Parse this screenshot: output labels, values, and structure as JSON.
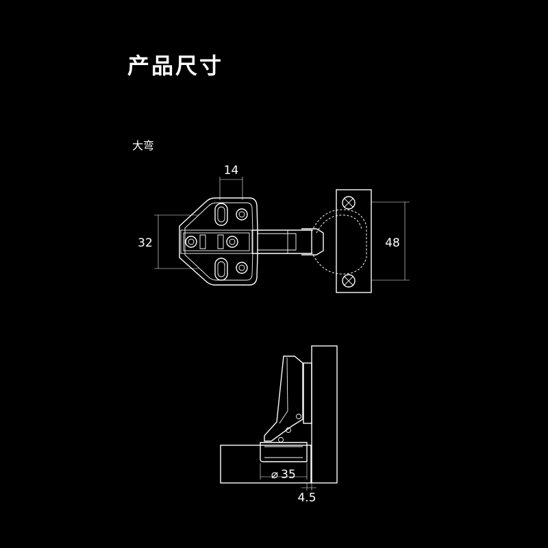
{
  "title": "产品尺寸",
  "subtitle": "大弯",
  "dimensions": {
    "width_top": "14",
    "height_left": "32",
    "height_right": "48",
    "diameter": "35",
    "offset": "4.5"
  },
  "colors": {
    "background": "#000000",
    "line": "#ffffff"
  }
}
